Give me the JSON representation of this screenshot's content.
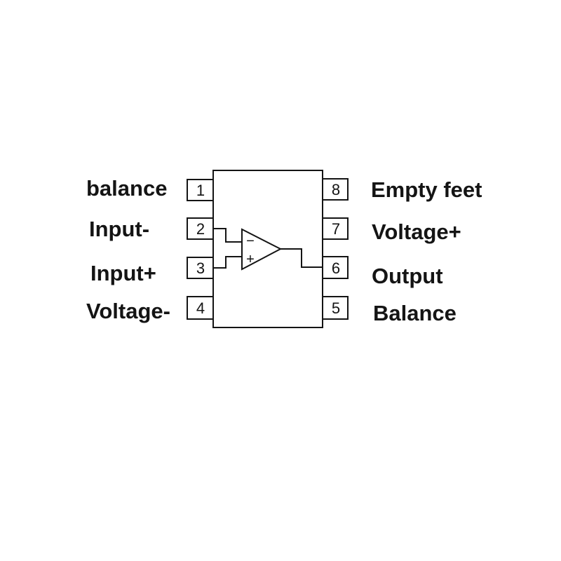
{
  "pins": {
    "p1": {
      "number": "1",
      "label": "balance"
    },
    "p2": {
      "number": "2",
      "label": "Input-"
    },
    "p3": {
      "number": "3",
      "label": "Input+"
    },
    "p4": {
      "number": "4",
      "label": "Voltage-"
    },
    "p5": {
      "number": "5",
      "label": "Balance"
    },
    "p6": {
      "number": "6",
      "label": "Output"
    },
    "p7": {
      "number": "7",
      "label": "Voltage+"
    },
    "p8": {
      "number": "8",
      "label": "Empty feet"
    }
  },
  "opamp": {
    "inverting_sign": "−",
    "noninverting_sign": "+"
  },
  "colors": {
    "line": "#141414",
    "background": "#ffffff"
  }
}
